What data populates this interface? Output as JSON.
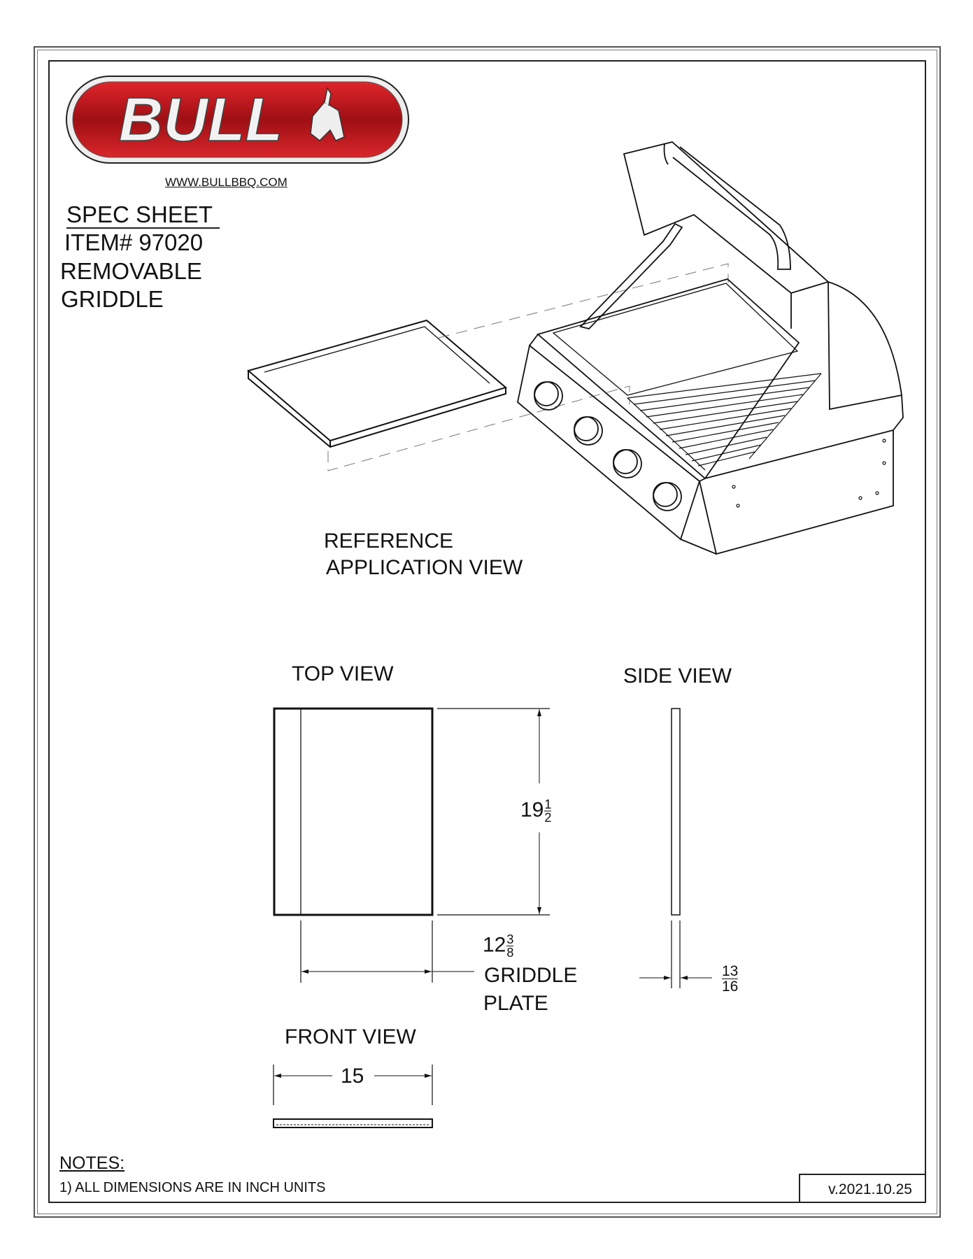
{
  "brand": {
    "logo_text": "BULL",
    "url": "WWW.BULLBBQ.COM",
    "accent_color": "#c4161c"
  },
  "header": {
    "spec_sheet": "SPEC SHEET",
    "item": "ITEM# 97020",
    "product_line1": "REMOVABLE",
    "product_line2": "GRIDDLE"
  },
  "reference": {
    "line1": "REFERENCE",
    "line2": "APPLICATION VIEW"
  },
  "views": {
    "top": "TOP VIEW",
    "side": "SIDE VIEW",
    "front": "FRONT VIEW"
  },
  "dimensions": {
    "length_whole": "19",
    "length_num": "1",
    "length_den": "2",
    "width_whole": "12",
    "width_num": "3",
    "width_den": "8",
    "width_label1": "GRIDDLE",
    "width_label2": "PLATE",
    "thickness_num": "13",
    "thickness_den": "16",
    "front_width": "15"
  },
  "notes": {
    "heading": "NOTES:",
    "items": [
      "1) ALL DIMENSIONS ARE IN INCH UNITS"
    ]
  },
  "version": "v.2021.10.25"
}
